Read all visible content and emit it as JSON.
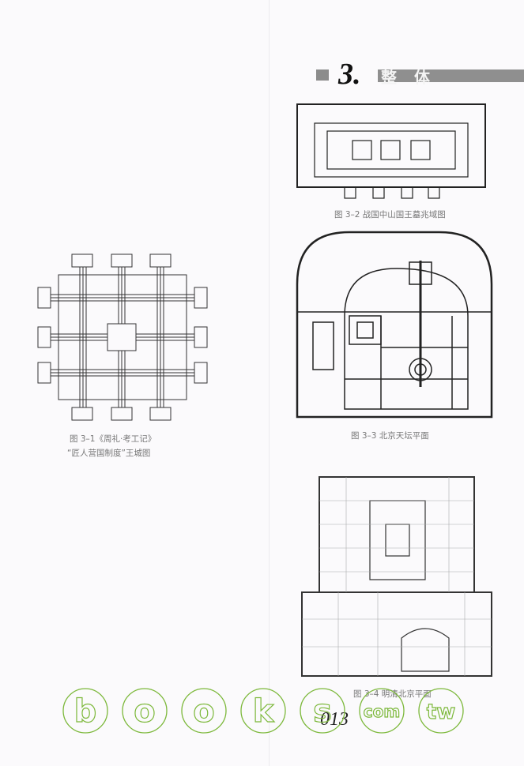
{
  "section": {
    "number": "3.",
    "title": "整体"
  },
  "figures": [
    {
      "id": "fig-3-1",
      "caption_line1": "图 3–1《周礼·考工记》",
      "caption_line2": "“匠人营国制度”王城图"
    },
    {
      "id": "fig-3-2",
      "caption": "图 3–2  战国中山国王墓兆域图"
    },
    {
      "id": "fig-3-3",
      "caption": "图 3–3  北京天坛平面"
    },
    {
      "id": "fig-3-4",
      "caption": "图 3–4  明清北京平面"
    }
  ],
  "page_number": "013",
  "watermark": {
    "letters": [
      "b",
      "o",
      "o",
      "k",
      "s",
      "com",
      "tw"
    ],
    "color": "#7cb83a"
  }
}
